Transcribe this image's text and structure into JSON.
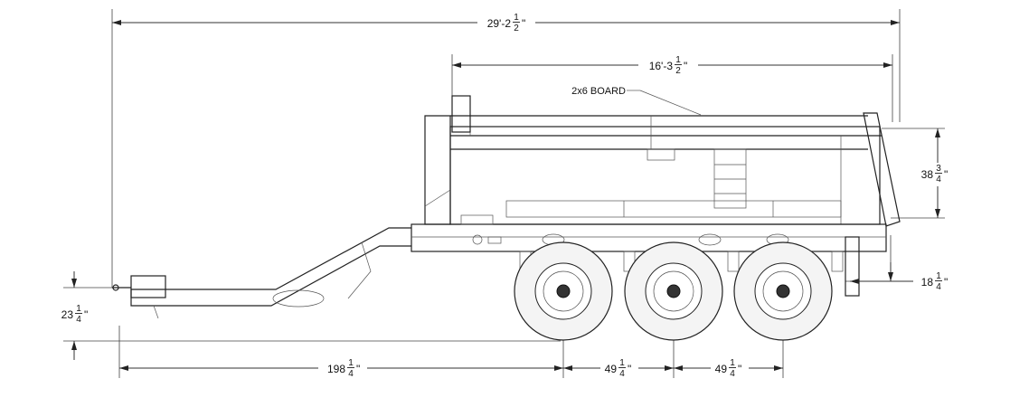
{
  "dimensions": {
    "overall_length": {
      "whole": "29'-2",
      "num": "1",
      "den": "2",
      "suffix": "\""
    },
    "body_length": {
      "whole": "16'-3",
      "num": "1",
      "den": "2",
      "suffix": "\""
    },
    "body_height": {
      "whole": "38",
      "num": "3",
      "den": "4",
      "suffix": "\""
    },
    "rear_height": {
      "whole": "18",
      "num": "1",
      "den": "4",
      "suffix": "\""
    },
    "hitch_height": {
      "whole": "23",
      "num": "1",
      "den": "4",
      "suffix": "\""
    },
    "hitch_to_axle": {
      "whole": "198",
      "num": "1",
      "den": "4",
      "suffix": "\""
    },
    "axle_spacing_1": {
      "whole": "49",
      "num": "1",
      "den": "4",
      "suffix": "\""
    },
    "axle_spacing_2": {
      "whole": "49",
      "num": "1",
      "den": "4",
      "suffix": "\""
    }
  },
  "callouts": {
    "board": "2x6 BOARD"
  }
}
